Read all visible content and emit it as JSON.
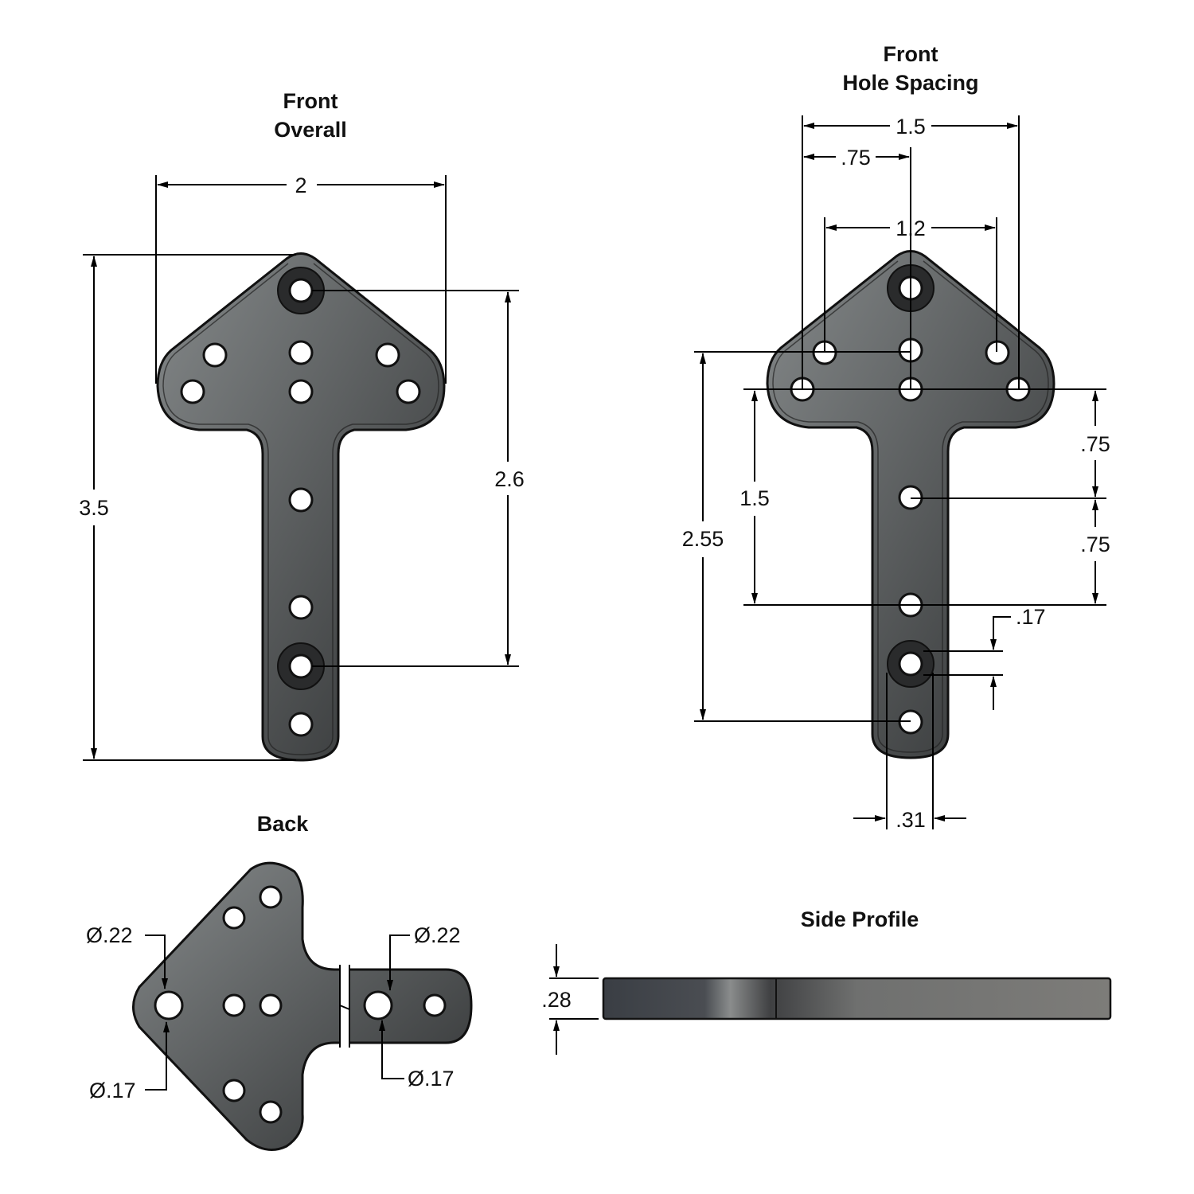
{
  "views": {
    "front_overall": {
      "title_line1": "Front",
      "title_line2": "Overall",
      "dims": {
        "width": "2",
        "height": "3.5",
        "hole_span": "2.6"
      }
    },
    "front_hole_spacing": {
      "title_line1": "Front",
      "title_line2": "Hole Spacing",
      "dims": {
        "outer": "1.5",
        "half": ".75",
        "inner": "1.2",
        "left_long": "2.55",
        "left_mid": "1.5",
        "right_upper": ".75",
        "right_lower": ".75",
        "cb_depth": ".17",
        "stem_width": ".31"
      }
    },
    "back": {
      "title": "Back",
      "dims": {
        "left_top": "Ø.22",
        "left_bottom": "Ø.17",
        "right_top": "Ø.22",
        "right_bottom": "Ø.17"
      }
    },
    "side_profile": {
      "title": "Side Profile",
      "dims": {
        "thickness": ".28"
      }
    }
  },
  "colors": {
    "plate_light": "#7a7c7b",
    "plate_dark": "#3a3c3d",
    "line": "#000000"
  }
}
